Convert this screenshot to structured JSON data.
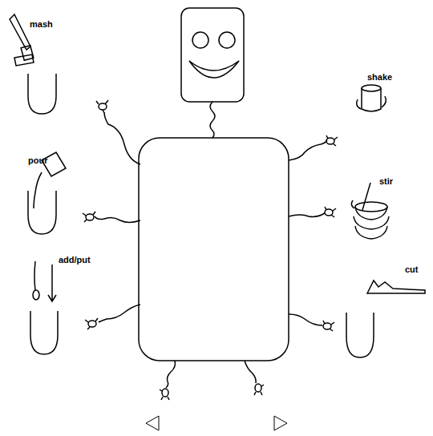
{
  "diagram": {
    "labels": [
      "mash",
      "pour",
      "add/put",
      "shake",
      "stir",
      "cut"
    ]
  }
}
